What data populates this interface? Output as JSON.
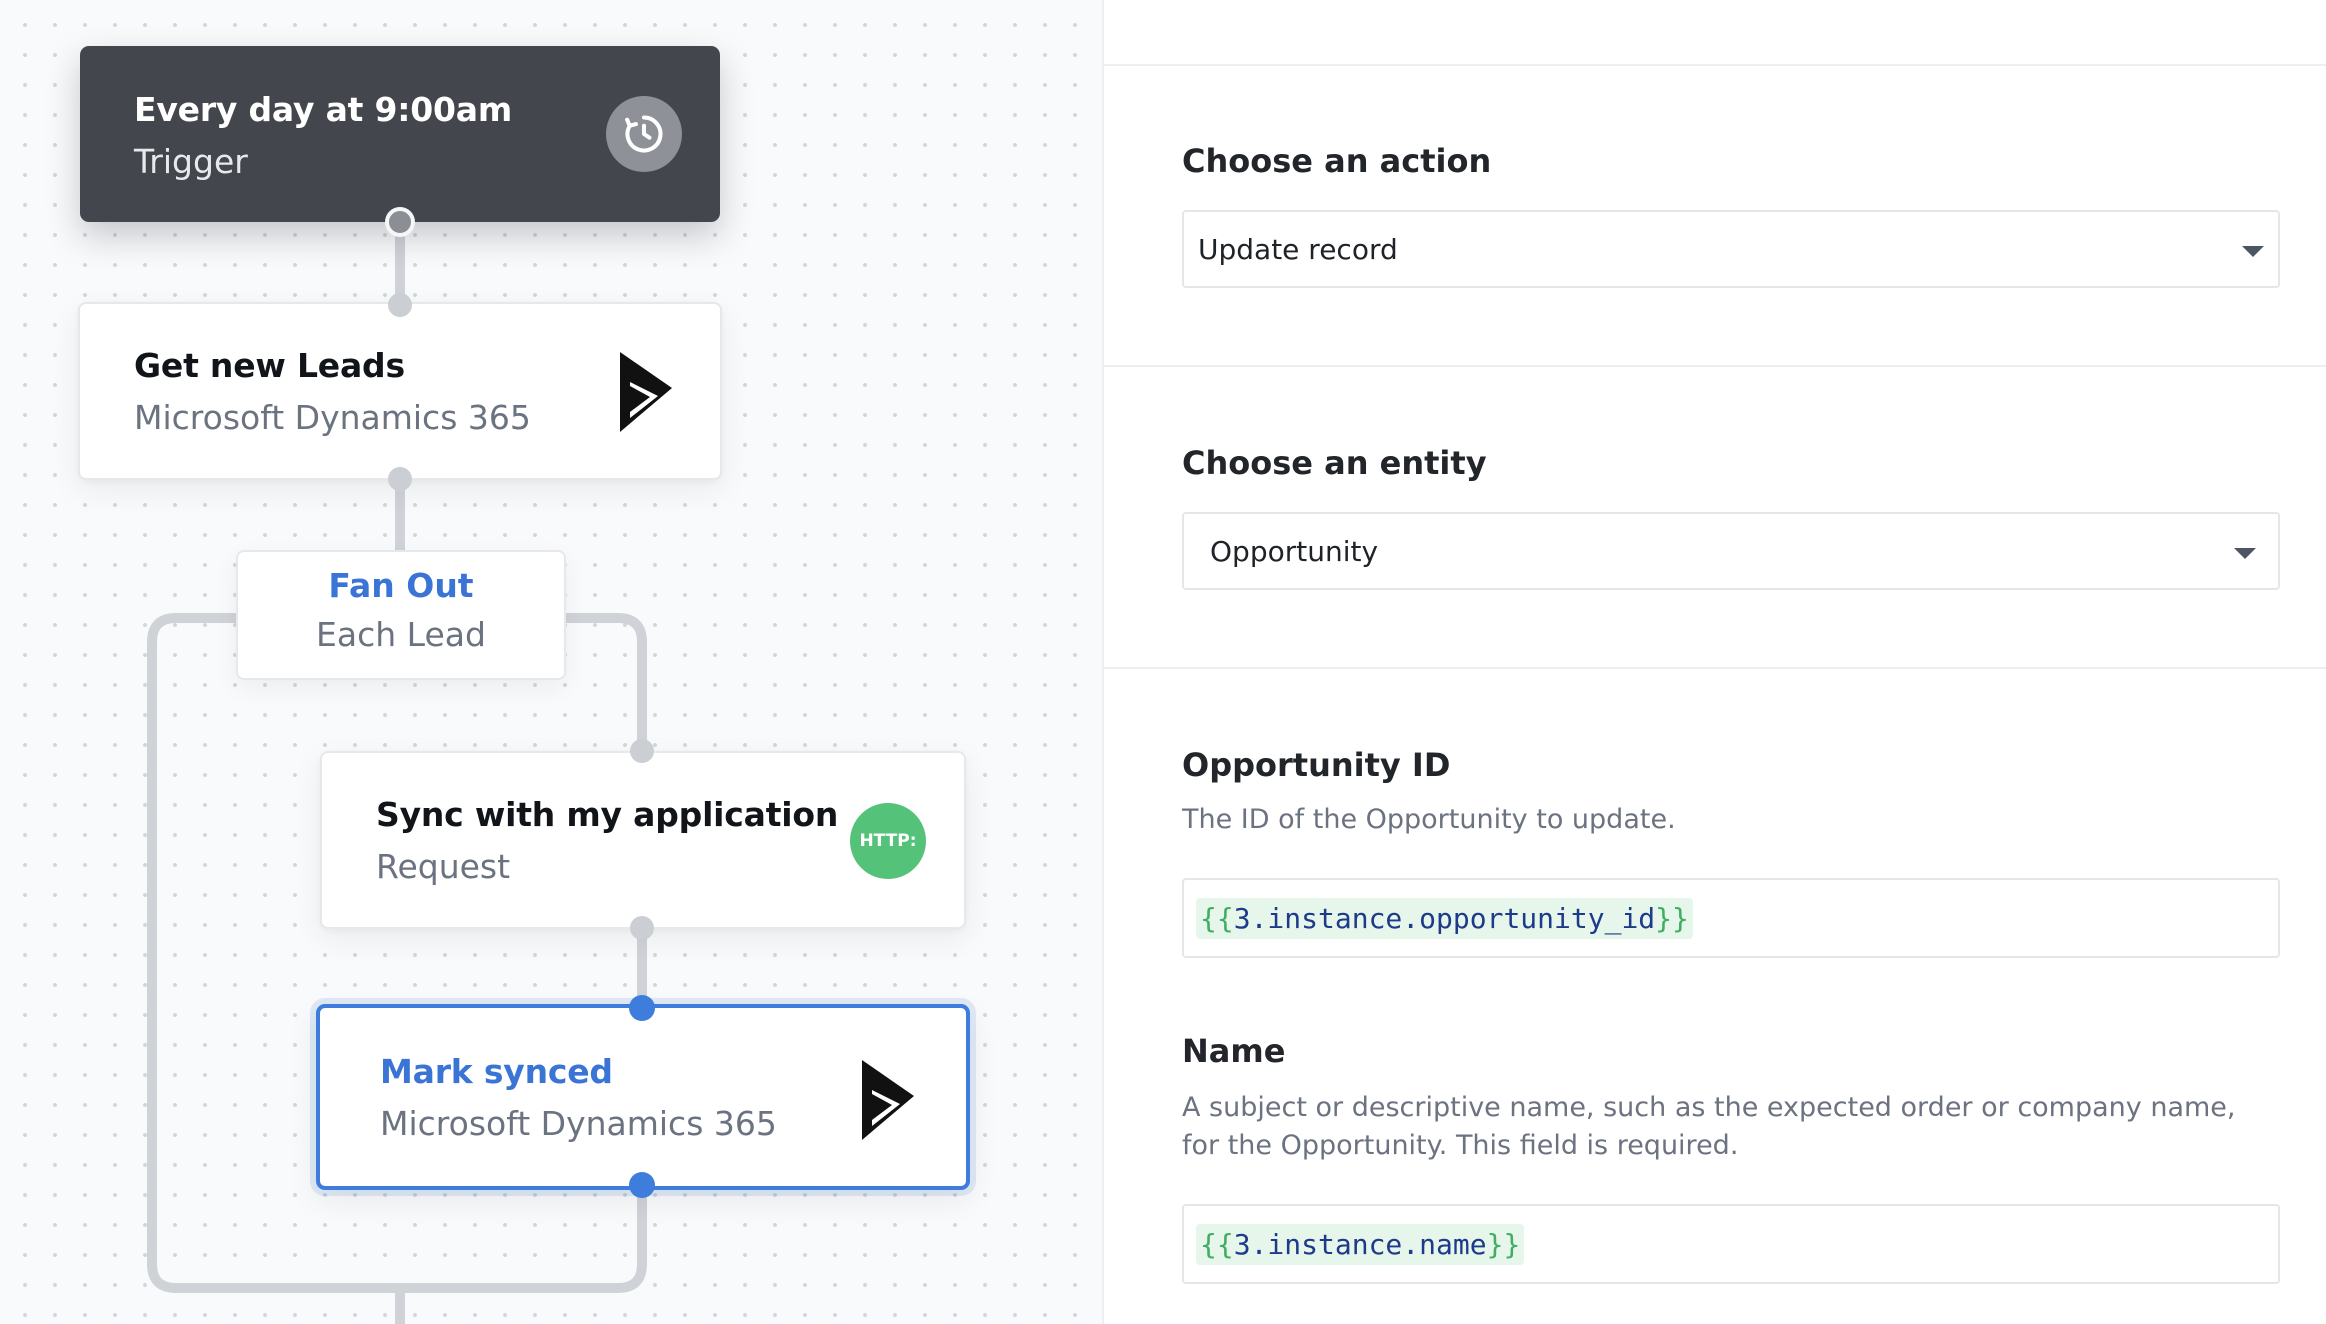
{
  "canvas": {
    "trigger": {
      "title": "Every day at 9:00am",
      "subtitle": "Trigger",
      "icon": "clock-icon"
    },
    "get_leads": {
      "title": "Get new Leads",
      "subtitle": "Microsoft Dynamics 365",
      "icon": "dynamics-365-logo"
    },
    "fan_out": {
      "title": "Fan Out",
      "subtitle": "Each Lead"
    },
    "sync": {
      "title": "Sync with my application",
      "subtitle": "Request",
      "badge": "HTTP:"
    },
    "mark_synced": {
      "title": "Mark synced",
      "subtitle": "Microsoft Dynamics 365",
      "icon": "dynamics-365-logo",
      "selected": true
    }
  },
  "panel": {
    "action": {
      "label": "Choose an action",
      "value": "Update record"
    },
    "entity": {
      "label": "Choose an entity",
      "value": "Opportunity"
    },
    "opportunity_id": {
      "label": "Opportunity ID",
      "help": "The ID of the Opportunity to update.",
      "open": "{{",
      "expr": "3.instance.opportunity_id",
      "close": "}}"
    },
    "name": {
      "label": "Name",
      "help": "A subject or descriptive name, such as the expected order or company name, for the Opportunity. This field is required.",
      "open": "{{",
      "expr": "3.instance.name",
      "close": "}}"
    }
  },
  "colors": {
    "accent": "#3f7ddc",
    "trigger_bg": "#43464c",
    "http_badge": "#55c27a",
    "token_bg": "#e6f6ea",
    "token_brace": "#3fae62",
    "token_text": "#1e3a8a"
  }
}
